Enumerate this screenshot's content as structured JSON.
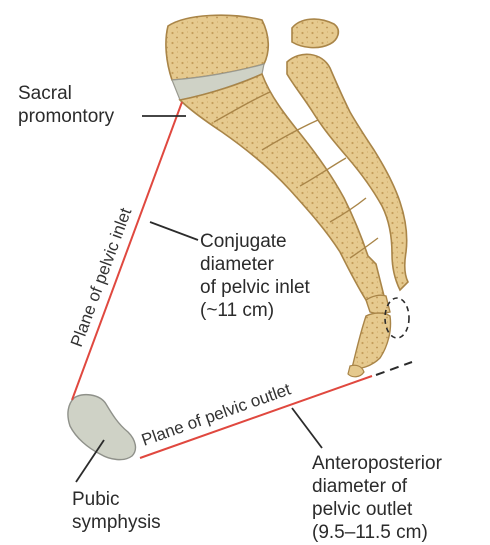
{
  "labels": {
    "sacral_promontory": [
      "Sacral",
      "promontory"
    ],
    "conjugate_diameter": [
      "Conjugate",
      "diameter",
      "of pelvic inlet",
      "(~11 cm)"
    ],
    "pubic_symphysis": [
      "Pubic",
      "symphysis"
    ],
    "anteroposterior_diameter": [
      "Anteroposterior",
      "diameter of",
      "pelvic outlet",
      "(9.5–11.5 cm)"
    ],
    "plane_of_pelvic_inlet": "Plane of pelvic inlet",
    "plane_of_pelvic_outlet": "Plane of pelvic outlet"
  },
  "colors": {
    "bone": "#e5c98d",
    "bone_edge": "#a98548",
    "bone_shadow": "#c8a162",
    "cartilage": "#cfd2c6",
    "diameter_line": "#e0483f",
    "leader_line": "#2b2b2b"
  }
}
